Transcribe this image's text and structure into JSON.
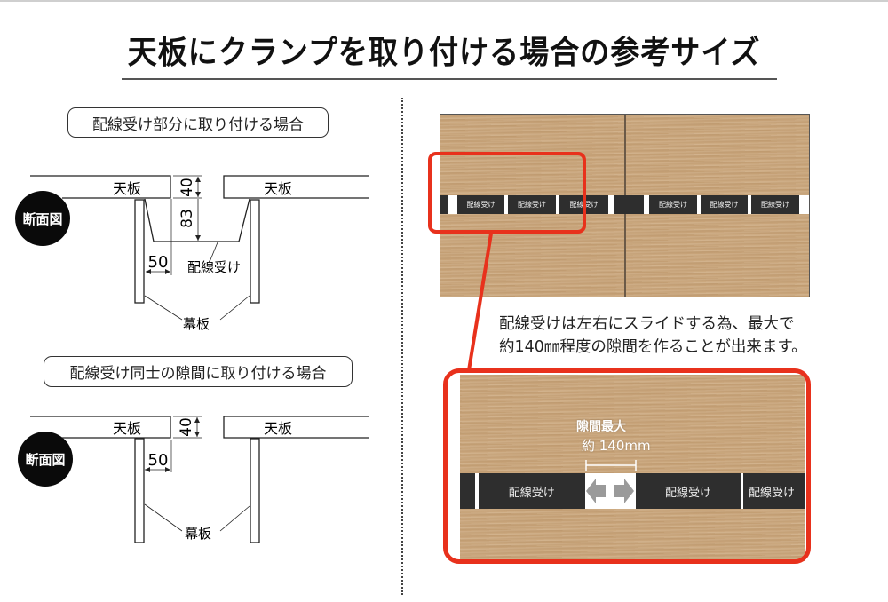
{
  "title": "天板にクランプを取り付ける場合の参考サイズ",
  "colors": {
    "accent_red": "#e8311c",
    "wood": "#c9a57b",
    "rail_dark": "#2e2e2e",
    "badge_black": "#0a0a0a"
  },
  "section1": {
    "heading": "配線受け部分に取り付ける場合",
    "badge": "断面図",
    "labels": {
      "tabletop_left": "天板",
      "tabletop_right": "天板",
      "dim_top": "40",
      "dim_depth": "83",
      "dim_width": "50",
      "cable_tray": "配線受け",
      "modesty_panel": "幕板"
    }
  },
  "section2": {
    "heading": "配線受け同士の隙間に取り付ける場合",
    "badge": "断面図",
    "labels": {
      "tabletop_left": "天板",
      "tabletop_right": "天板",
      "dim_top": "40",
      "dim_width": "50",
      "modesty_panel": "幕板"
    }
  },
  "photo_top": {
    "rail_labels": [
      "配線受け",
      "配線受け",
      "配線受け",
      "配線受け",
      "配線受け",
      "配線受け"
    ]
  },
  "note": {
    "line1": "配線受けは左右にスライドする為、最大で",
    "line2": "約140㎜程度の隙間を作ることが出来ます。"
  },
  "photo_bottom": {
    "gap_title": "隙間最大",
    "gap_value": "約 140mm",
    "rail_labels": [
      "配線受け",
      "配線受け",
      "配線受け"
    ],
    "arrow_icon": "left-right-arrow"
  }
}
